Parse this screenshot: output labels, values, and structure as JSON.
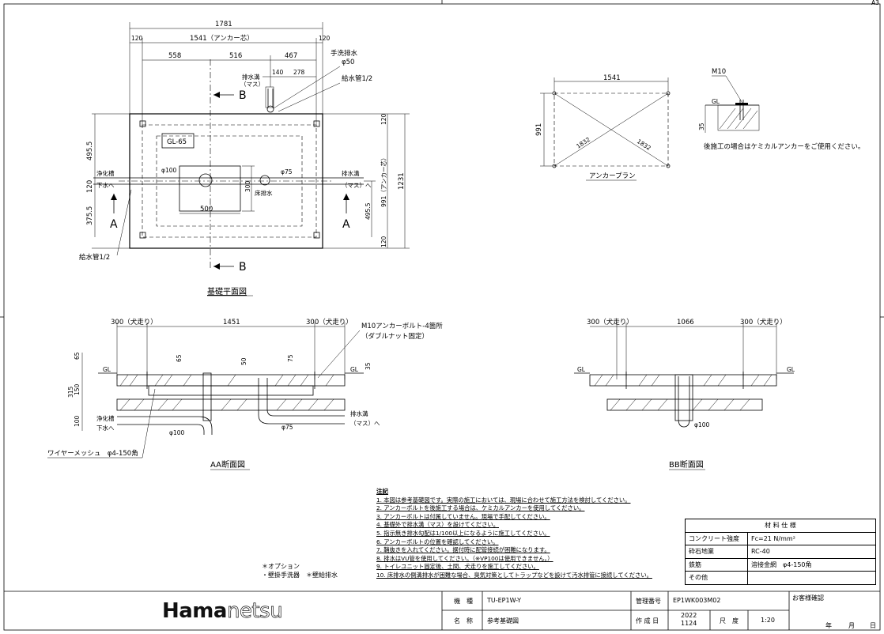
{
  "sheet": {
    "size_tag": "A3"
  },
  "plan": {
    "title": "基礎平面図",
    "dims": {
      "overall": "1781",
      "edge_left": "120",
      "anchor_span": "1541（アンカー芯）",
      "edge_right": "120",
      "seg1": "558",
      "seg2": "516",
      "seg3": "467",
      "seg4": "140",
      "seg5": "278",
      "v_top": "495.5",
      "v_mid": "120",
      "v_bot": "375.5",
      "r_top": "120",
      "r_mid": "991（アンカー芯）",
      "r_bot": "120",
      "r_all": "1231",
      "r_low": "495.5",
      "box_w": "500",
      "box_h": "300"
    },
    "labels": {
      "handwash": "手洗排水",
      "phi50": "φ50",
      "drain_mas": "排水溝",
      "mas_paren": "（マス）",
      "water_pipe": "給水管1/2",
      "gl": "GL-65",
      "phi100": "φ100",
      "phi75": "φ75",
      "septic": "浄化槽",
      "downwater": "下水へ",
      "drain_to": "排水溝",
      "mas_to": "（マス）へ",
      "floor_drain": "床排水",
      "water_pipe2": "給水管1/2",
      "sec_a": "A",
      "sec_b": "B"
    }
  },
  "anchor_plan": {
    "title": "アンカープラン",
    "w": "1541",
    "h": "991",
    "diag1": "1832",
    "diag2": "1832"
  },
  "anchor_detail": {
    "bolt": "M10",
    "gl": "GL",
    "depth": "35",
    "note": "後施工の場合はケミカルアンカーをご使用ください。"
  },
  "section_aa": {
    "title": "AA断面図",
    "dims": {
      "left": "300（犬走り）",
      "mid": "1451",
      "right": "300（犬走り）",
      "v65a": "65",
      "v65b": "65",
      "v50": "50",
      "v75": "75",
      "v35": "35",
      "v315": "315",
      "v150": "150",
      "v100": "100"
    },
    "labels": {
      "bolt_note": "M10アンカーボルト-4箇所",
      "bolt_note2": "（ダブルナット固定）",
      "gl": "GL",
      "septic": "浄化槽",
      "downwater": "下水へ",
      "phi100": "φ100",
      "phi75": "φ75",
      "drain_to": "排水溝",
      "mas_to": "（マス）へ",
      "mesh": "ワイヤーメッシュ　φ4-150角"
    }
  },
  "section_bb": {
    "title": "BB断面図",
    "dims": {
      "left": "300（犬走り）",
      "mid": "1066",
      "right": "300（犬走り）"
    },
    "labels": {
      "gl": "GL",
      "phi100": "φ100"
    }
  },
  "notes": {
    "title": "注記",
    "items": [
      "1. 本図は参考基礎図です。実際の施工においては、現場に合わせて施工方法を検討してください。",
      "2. アンカーボルトを後施工する場合は、ケミカルアンカーを使用してください。",
      "3. アンカーボルトは付属していません。現場で手配してください。",
      "4. 基礎外で排水溝（マス）を設けてください。",
      "5. 指示無き排水勾配は1/100以上になるように施工してください。",
      "6. アンカーボルトの位置を確認してください。",
      "7. 鞘抜きを入れてください。据付時に配管接続が困難になります。",
      "8. 排水はVU管を使用してください。（※VP100は使用できません。）",
      "9. トイレユニット固定後、土間、犬走りを施工してください。",
      "10. 床排水の側溝排水が困難な場合、臭気対策としてトラップなどを設けて汚水排管に接続してください。"
    ]
  },
  "options": {
    "line1": "＊オプション",
    "line2": "・壁掛手洗器　＊壁給排水"
  },
  "spec_table": {
    "header": "材 料 仕 様",
    "rows": [
      {
        "k": "コンクリート強度",
        "v": "Fc=21 N/mm²"
      },
      {
        "k": "砕石地業",
        "v": "RC-40"
      },
      {
        "k": "鉄筋",
        "v": "溶接金網　φ4-150角"
      },
      {
        "k": "その他",
        "v": ""
      }
    ]
  },
  "title_block": {
    "logo_a": "Hama",
    "logo_b": "netsu",
    "model_label": "機　種",
    "model": "TU-EP1W-Y",
    "name_label": "名　称",
    "name": "参考基礎図",
    "mgmt_label": "管理番号",
    "mgmt": "EP1WK003M02",
    "date_label": "作 成 日",
    "date_y": "2022",
    "date_md": "1124",
    "scale_label": "尺　度",
    "scale": "1:20",
    "confirm_label": "お客様確認",
    "year": "年",
    "month": "月",
    "day": "日"
  }
}
